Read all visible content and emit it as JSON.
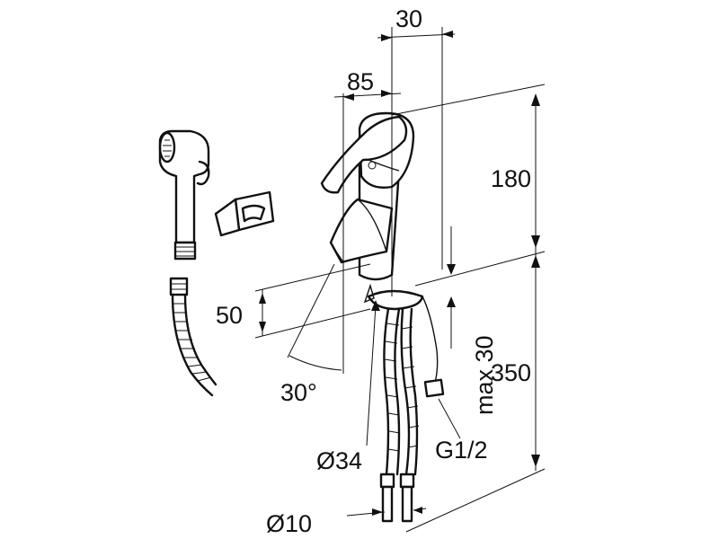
{
  "dimensions": {
    "top_offset": "30",
    "spout_reach": "85",
    "body_height": "180",
    "spout_height": "50",
    "below_deck": "350",
    "deck_thickness": "max 30",
    "spout_angle": "30°",
    "hole_diameter": "Ø34",
    "connection_thread": "G1/2",
    "hose_diameter": "Ø10"
  }
}
